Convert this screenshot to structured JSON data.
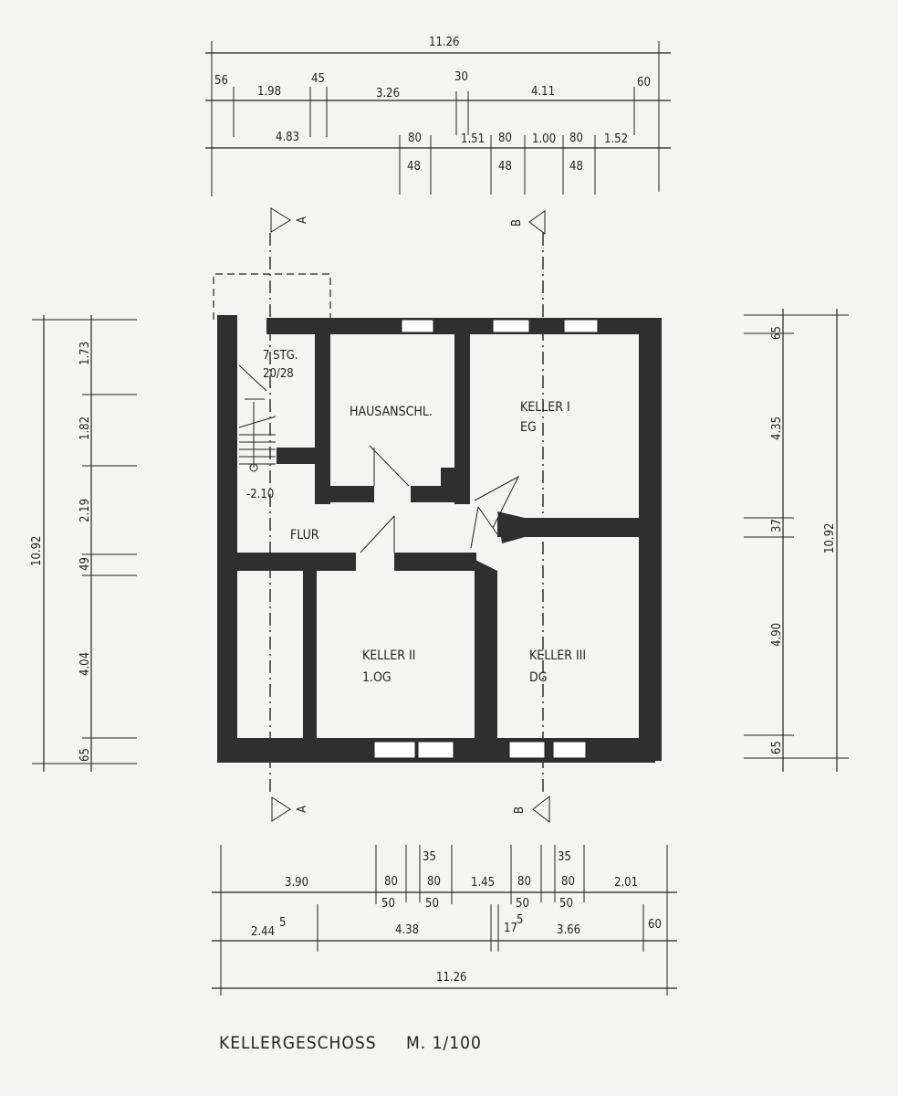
{
  "title": "KELLERGESCHOSS",
  "scale": "M. 1/100",
  "rooms": {
    "hausanschl": "HAUSANSCHL.",
    "keller1": "KELLER I",
    "keller1_sub": "EG",
    "keller2": "KELLER II",
    "keller2_sub": "1.OG",
    "keller3": "KELLER III",
    "keller3_sub": "DG",
    "flur": "FLUR"
  },
  "stair": {
    "steps": "7 STG.",
    "ratio": "20/28",
    "level": "-2.10"
  },
  "sections": {
    "a": "A",
    "b": "B"
  },
  "dims_top": {
    "total": "11.26",
    "row2": [
      "56",
      "1.98",
      "45",
      "3.26",
      "30",
      "4.11",
      "60"
    ],
    "row3": [
      "4.83",
      "80",
      "1.51",
      "80",
      "1.00",
      "80",
      "1.52"
    ],
    "row3_below": [
      "48",
      "48",
      "48"
    ]
  },
  "dims_bottom": {
    "row1": [
      "3.90",
      "80",
      "80",
      "1.45",
      "80",
      "80",
      "2.01"
    ],
    "row1_above": [
      "35",
      "35"
    ],
    "row1_below": [
      "50",
      "50",
      "50",
      "50"
    ],
    "row2": [
      "2.44",
      "5",
      "4.38",
      "17",
      "5",
      "3.66",
      "60"
    ],
    "total": "11.26"
  },
  "dims_left": {
    "segments": [
      "1.73",
      "1.82",
      "2.19",
      "49",
      "4.04",
      "65"
    ],
    "total": "10.92"
  },
  "dims_right": {
    "segments": [
      "65",
      "4.35",
      "37",
      "4.90",
      "65"
    ],
    "total": "10.92"
  }
}
